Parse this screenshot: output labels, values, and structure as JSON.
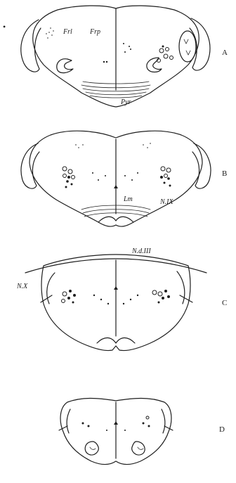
{
  "panels": [
    {
      "letter": "A",
      "labels": [
        "Frl",
        "Frp",
        "Pyr"
      ]
    },
    {
      "letter": "B",
      "labels": [
        "Lm",
        "N.IX"
      ]
    },
    {
      "letter": "C",
      "labels": [
        "N.d.III",
        "N.X"
      ]
    },
    {
      "letter": "D",
      "labels": []
    }
  ],
  "stray_mark": "•"
}
